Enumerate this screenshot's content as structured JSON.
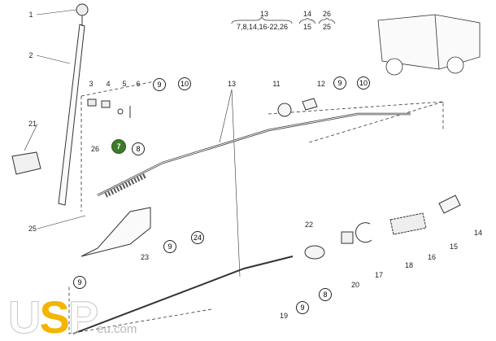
{
  "legend": [
    {
      "top": "13",
      "bottom": "7,8,14,16-22,26"
    },
    {
      "top": "14",
      "bottom": "15"
    },
    {
      "top": "26",
      "bottom": "25"
    }
  ],
  "callouts": [
    {
      "n": "1",
      "style": "plain"
    },
    {
      "n": "2",
      "style": "plain"
    },
    {
      "n": "3",
      "style": "plain"
    },
    {
      "n": "4",
      "style": "plain"
    },
    {
      "n": "5",
      "style": "plain"
    },
    {
      "n": "6",
      "style": "plain"
    },
    {
      "n": "9",
      "style": "circle"
    },
    {
      "n": "10",
      "style": "circle"
    },
    {
      "n": "13",
      "style": "plain"
    },
    {
      "n": "11",
      "style": "plain"
    },
    {
      "n": "12",
      "style": "plain"
    },
    {
      "n": "9",
      "style": "circle"
    },
    {
      "n": "10",
      "style": "circle"
    },
    {
      "n": "21",
      "style": "plain"
    },
    {
      "n": "26",
      "style": "plain"
    },
    {
      "n": "7",
      "style": "highlight"
    },
    {
      "n": "8",
      "style": "circle"
    },
    {
      "n": "25",
      "style": "plain"
    },
    {
      "n": "22",
      "style": "plain"
    },
    {
      "n": "14",
      "style": "plain"
    },
    {
      "n": "24",
      "style": "circle"
    },
    {
      "n": "9",
      "style": "circle"
    },
    {
      "n": "15",
      "style": "plain"
    },
    {
      "n": "23",
      "style": "plain"
    },
    {
      "n": "16",
      "style": "plain"
    },
    {
      "n": "18",
      "style": "plain"
    },
    {
      "n": "17",
      "style": "plain"
    },
    {
      "n": "9",
      "style": "circle"
    },
    {
      "n": "20",
      "style": "plain"
    },
    {
      "n": "8",
      "style": "circle"
    },
    {
      "n": "9",
      "style": "circle"
    },
    {
      "n": "19",
      "style": "plain"
    }
  ],
  "logo": {
    "text_u": "U",
    "text_s": "S",
    "text_p": "P",
    "suffix": "eu.com",
    "accent": "#f4b400"
  },
  "highlight_color": "#3d7a2c"
}
